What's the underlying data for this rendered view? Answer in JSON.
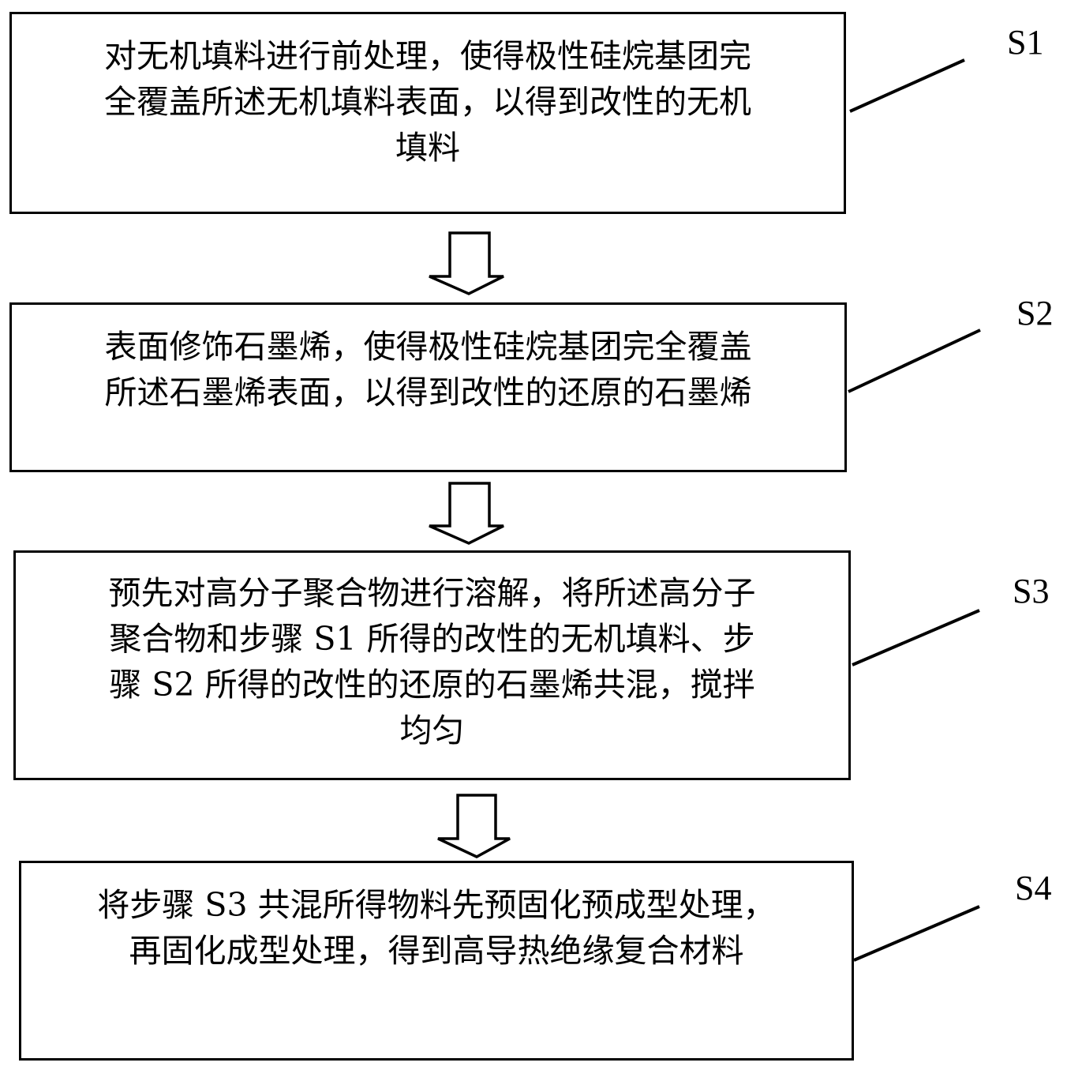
{
  "steps": [
    {
      "label": "S1",
      "lines": [
        "对无机填料进行前处理，使得极性硅烷基团完",
        "全覆盖所述无机填料表面，以得到改性的无机",
        "填料"
      ]
    },
    {
      "label": "S2",
      "lines": [
        "表面修饰石墨烯，使得极性硅烷基团完全覆盖",
        "所述石墨烯表面，以得到改性的还原的石墨烯"
      ]
    },
    {
      "label": "S3",
      "lines": [
        "预先对高分子聚合物进行溶解，将所述高分子",
        "聚合物和步骤 S1 所得的改性的无机填料、步",
        "骤 S2 所得的改性的还原的石墨烯共混，搅拌",
        "均匀"
      ]
    },
    {
      "label": "S4",
      "lines": [
        "将步骤 S3 共混所得物料先预固化预成型处理，",
        "再固化成型处理，得到高导热绝缘复合材料"
      ]
    }
  ],
  "arrows": [
    {
      "from": "S1",
      "to": "S2",
      "icon": "hollow-down-arrow"
    },
    {
      "from": "S2",
      "to": "S3",
      "icon": "hollow-down-arrow"
    },
    {
      "from": "S3",
      "to": "S4",
      "icon": "hollow-down-arrow"
    }
  ]
}
